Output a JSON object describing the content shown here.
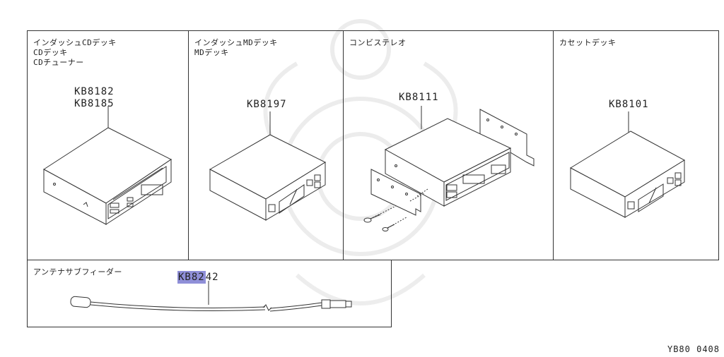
{
  "panels": [
    {
      "title": "インダッシュCDデッキ\nCDデッキ\nCDチューナー",
      "parts": [
        "KB8182",
        "KB8185"
      ]
    },
    {
      "title": "インダッシュMDデッキ\nMDデッキ",
      "parts": [
        "KB8197"
      ]
    },
    {
      "title": "コンビステレオ",
      "parts": [
        "KB8111"
      ]
    },
    {
      "title": "カセットデッキ",
      "parts": [
        "KB8101"
      ]
    }
  ],
  "antenna": {
    "title": "アンテナサブフィーダー",
    "part_highlight": "KB82",
    "part_rest": "42"
  },
  "ref_code": "YB80 0408",
  "colors": {
    "line": "#333333",
    "highlight": "#8f8fd8"
  }
}
